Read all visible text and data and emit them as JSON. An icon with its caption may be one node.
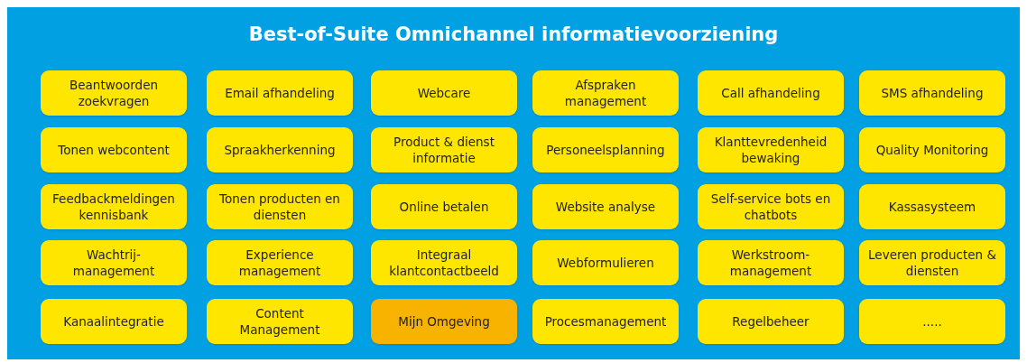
{
  "diagram": {
    "nodes": [
      {
        "text": [
          "Best-of-Suite Omnichannel informatievoorziening"
        ]
      },
      {
        "text": [
          "Beantwoorden zoekvragen"
        ],
        "in": 0
      },
      {
        "text": [
          "Email afhandeling"
        ],
        "in": 0
      },
      {
        "text": [
          "Webcare"
        ],
        "in": 0
      },
      {
        "text": [
          "Afspraken management"
        ],
        "in": 0
      },
      {
        "text": [
          "Call afhandeling"
        ],
        "in": 0
      },
      {
        "text": [
          "SMS afhandeling"
        ],
        "in": 0
      },
      {
        "text": [
          "Tonen webcontent"
        ],
        "in": 0
      },
      {
        "text": [
          "Spraakherkenning"
        ],
        "in": 0
      },
      {
        "text": [
          "Product & dienst informatie"
        ],
        "in": 0
      },
      {
        "text": [
          "Personeelsplanning"
        ],
        "in": 0
      },
      {
        "text": [
          "Klanttevredenheid bewaking"
        ],
        "in": 0
      },
      {
        "text": [
          "Quality Monitoring"
        ],
        "in": 0
      },
      {
        "text": [
          "Feedbackmeldingen kennisbank"
        ],
        "in": 0
      },
      {
        "text": [
          "Tonen producten en diensten"
        ],
        "in": 0
      },
      {
        "text": [
          "Online betalen"
        ],
        "in": 0
      },
      {
        "text": [
          "Website analyse"
        ],
        "in": 0
      },
      {
        "text": [
          "Self-service bots en chatbots"
        ],
        "in": 0
      },
      {
        "text": [
          "Kassasysteem"
        ],
        "in": 0
      },
      {
        "text": [
          "Wachtrij- management"
        ],
        "in": 0
      },
      {
        "text": [
          "Experience management"
        ],
        "in": 0
      },
      {
        "text": [
          "Integraal klantcontactbeeld"
        ],
        "in": 0
      },
      {
        "text": [
          "Webformulieren"
        ],
        "in": 0
      },
      {
        "text": [
          "Werkstroom- management"
        ],
        "in": 0
      },
      {
        "text": [
          "Leveren producten & diensten"
        ],
        "in": 0
      },
      {
        "text": [
          "Kanaalintegratie"
        ],
        "in": 0
      },
      {
        "text": [
          "Content Management"
        ],
        "in": 0
      },
      {
        "text": [
          "Mijn Omgeving"
        ],
        "in": 0
      },
      {
        "text": [
          "Procesmanagement"
        ],
        "in": 0
      },
      {
        "text": [
          "Regelbeheer"
        ],
        "in": 0
      },
      {
        "text": [
          "....."
        ],
        "in": 0
      }
    ]
  }
}
